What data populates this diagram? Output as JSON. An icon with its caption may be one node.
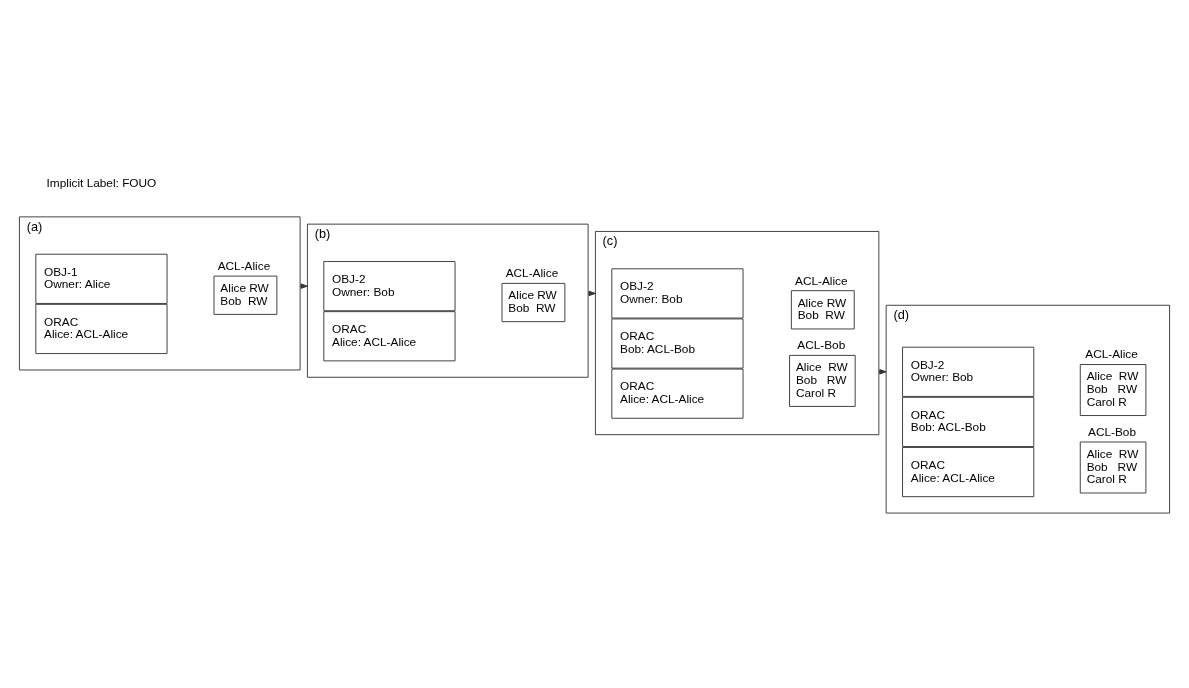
{
  "diagram": {
    "nodes": [
      {
        "text": [
          "(a)"
        ]
      },
      {
        "text": [
          "OBJ-1",
          "Owner: Alice"
        ],
        "in": 0
      },
      {
        "text": [
          "ORAC",
          "Alice: ACL-Alice"
        ],
        "in": 0
      },
      {
        "text": [
          "ACL-Alice",
          "Alice RW",
          "Bob  RW"
        ],
        "in": 0
      },
      {
        "text": [
          "(b)"
        ]
      },
      {
        "text": [
          "OBJ-2",
          "Owner: Bob"
        ],
        "in": 4
      },
      {
        "text": [
          "ORAC",
          "Alice: ACL-Alice"
        ],
        "in": 4
      },
      {
        "text": [
          "ACL-Alice",
          "Alice RW",
          "Bob  RW"
        ],
        "in": 4
      },
      {
        "text": [
          "(c)"
        ]
      },
      {
        "text": [
          "OBJ-2",
          "Owner: Bob"
        ],
        "in": 8
      },
      {
        "text": [
          "ORAC",
          "Bob: ACL-Bob"
        ],
        "in": 8
      },
      {
        "text": [
          "ORAC",
          "Alice: ACL-Alice"
        ],
        "in": 8
      },
      {
        "text": [
          "ACL-Alice",
          "Alice RW",
          "Bob  RW"
        ],
        "in": 8
      },
      {
        "text": [
          "ACL-Bob",
          "Alice  RW",
          "Bob   RW",
          "Carol R"
        ],
        "in": 8
      },
      {
        "text": [
          "(d)"
        ]
      },
      {
        "text": [
          "OBJ-2",
          "Owner: Bob"
        ],
        "in": 14
      },
      {
        "text": [
          "ORAC",
          "Bob: ACL-Bob"
        ],
        "in": 14
      },
      {
        "text": [
          "ORAC",
          "Alice: ACL-Alice"
        ],
        "in": 14
      },
      {
        "text": [
          "ACL-Alice",
          "Alice  RW",
          "Bob   RW",
          "Carol R"
        ],
        "in": 14
      },
      {
        "text": [
          "ACL-Bob",
          "Alice  RW",
          "Bob   RW",
          "Carol R"
        ],
        "in": 14
      }
    ],
    "edges": [
      {
        "from": 0,
        "to": 4,
        "arrow": "to"
      },
      {
        "from": 4,
        "to": 8,
        "arrow": "to"
      },
      {
        "from": 8,
        "to": 14,
        "arrow": "to"
      }
    ],
    "labels": [
      "Implicit Label: FOUO"
    ]
  }
}
